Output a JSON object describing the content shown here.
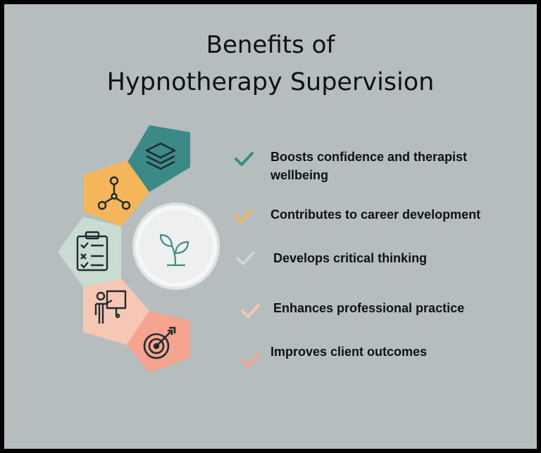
{
  "title": {
    "line1": "Benefits of",
    "line2": "Hypnotherapy Supervision"
  },
  "center_icon": "sprout-icon",
  "segments": [
    {
      "icon": "layers-icon",
      "color": "#3c8a88"
    },
    {
      "icon": "network-nodes-icon",
      "color": "#f5b55a"
    },
    {
      "icon": "checklist-clipboard-icon",
      "color": "#c9dcd2"
    },
    {
      "icon": "presenter-board-icon",
      "color": "#f7c7b6"
    },
    {
      "icon": "target-arrow-icon",
      "color": "#f6a48f"
    }
  ],
  "benefits": [
    {
      "line1": "Boosts confidence and therapist",
      "line2": "wellbeing",
      "check_color": "#3c8a88"
    },
    {
      "line1": "Contributes to career development",
      "line2": "",
      "check_color": "#f5b55a"
    },
    {
      "line1": "Develops critical thinking",
      "line2": "",
      "check_color": "#c9dcd2"
    },
    {
      "line1": "Enhances professional practice",
      "line2": "",
      "check_color": "#f7c7b6"
    },
    {
      "line1": "Improves client outcomes",
      "line2": "",
      "check_color": "#f6a48f"
    }
  ]
}
